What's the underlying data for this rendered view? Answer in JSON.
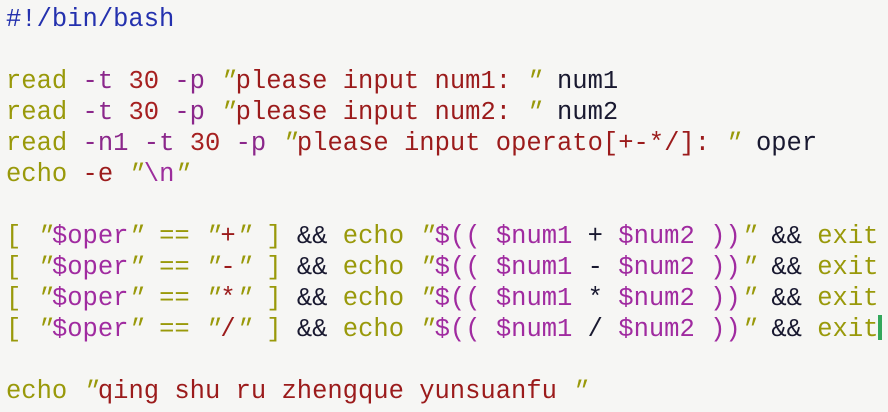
{
  "palette": {
    "background": "#f6f6f4",
    "shebang": "#2431ae",
    "keyword": "#99990a",
    "option": "#8b278b",
    "number": "#a62020",
    "string": "#9b1b1b",
    "variable": "#a02ba0",
    "escape": "#9c2d9c",
    "plain": "#191930",
    "quote": "#99990a",
    "cursor": "#33a85c"
  },
  "code": {
    "language": "bash",
    "lines": [
      [
        [
          "sh",
          "#!/bin/bash"
        ]
      ],
      [],
      [
        [
          "kw",
          "read"
        ],
        [
          "pl",
          " "
        ],
        [
          "op",
          "-t"
        ],
        [
          "pl",
          " "
        ],
        [
          "nu",
          "30"
        ],
        [
          "pl",
          " "
        ],
        [
          "op",
          "-p"
        ],
        [
          "pl",
          " "
        ],
        [
          "q",
          "\""
        ],
        [
          "st",
          "please input num1: "
        ],
        [
          "q",
          "\""
        ],
        [
          "pl",
          " num1"
        ]
      ],
      [
        [
          "kw",
          "read"
        ],
        [
          "pl",
          " "
        ],
        [
          "op",
          "-t"
        ],
        [
          "pl",
          " "
        ],
        [
          "nu",
          "30"
        ],
        [
          "pl",
          " "
        ],
        [
          "op",
          "-p"
        ],
        [
          "pl",
          " "
        ],
        [
          "q",
          "\""
        ],
        [
          "st",
          "please input num2: "
        ],
        [
          "q",
          "\""
        ],
        [
          "pl",
          " num2"
        ]
      ],
      [
        [
          "kw",
          "read"
        ],
        [
          "pl",
          " "
        ],
        [
          "op",
          "-n1"
        ],
        [
          "pl",
          " "
        ],
        [
          "op",
          "-t"
        ],
        [
          "pl",
          " "
        ],
        [
          "nu",
          "30"
        ],
        [
          "pl",
          " "
        ],
        [
          "op",
          "-p"
        ],
        [
          "pl",
          " "
        ],
        [
          "q",
          "\""
        ],
        [
          "st",
          "please input operato[+-*/]: "
        ],
        [
          "q",
          "\""
        ],
        [
          "pl",
          " oper"
        ]
      ],
      [
        [
          "kw",
          "echo"
        ],
        [
          "pl",
          " "
        ],
        [
          "st",
          "-e"
        ],
        [
          "pl",
          " "
        ],
        [
          "q",
          "\""
        ],
        [
          "es",
          "\\n"
        ],
        [
          "q",
          "\""
        ]
      ],
      [],
      [
        [
          "kw",
          "["
        ],
        [
          "pl",
          " "
        ],
        [
          "q",
          "\""
        ],
        [
          "va",
          "$oper"
        ],
        [
          "q",
          "\""
        ],
        [
          "pl",
          " "
        ],
        [
          "kw",
          "=="
        ],
        [
          "pl",
          " "
        ],
        [
          "q",
          "\""
        ],
        [
          "st",
          "+"
        ],
        [
          "q",
          "\""
        ],
        [
          "pl",
          " "
        ],
        [
          "kw",
          "]"
        ],
        [
          "pl",
          " && "
        ],
        [
          "kw",
          "echo"
        ],
        [
          "pl",
          " "
        ],
        [
          "q",
          "\""
        ],
        [
          "va",
          "$(( $num1 "
        ],
        [
          "pl",
          "+"
        ],
        [
          "va",
          " $num2 ))"
        ],
        [
          "q",
          "\""
        ],
        [
          "pl",
          " && "
        ],
        [
          "kw",
          "exit"
        ]
      ],
      [
        [
          "kw",
          "["
        ],
        [
          "pl",
          " "
        ],
        [
          "q",
          "\""
        ],
        [
          "va",
          "$oper"
        ],
        [
          "q",
          "\""
        ],
        [
          "pl",
          " "
        ],
        [
          "kw",
          "=="
        ],
        [
          "pl",
          " "
        ],
        [
          "q",
          "\""
        ],
        [
          "st",
          "-"
        ],
        [
          "q",
          "\""
        ],
        [
          "pl",
          " "
        ],
        [
          "kw",
          "]"
        ],
        [
          "pl",
          " && "
        ],
        [
          "kw",
          "echo"
        ],
        [
          "pl",
          " "
        ],
        [
          "q",
          "\""
        ],
        [
          "va",
          "$(( $num1 "
        ],
        [
          "pl",
          "-"
        ],
        [
          "va",
          " $num2 ))"
        ],
        [
          "q",
          "\""
        ],
        [
          "pl",
          " && "
        ],
        [
          "kw",
          "exit"
        ]
      ],
      [
        [
          "kw",
          "["
        ],
        [
          "pl",
          " "
        ],
        [
          "q",
          "\""
        ],
        [
          "va",
          "$oper"
        ],
        [
          "q",
          "\""
        ],
        [
          "pl",
          " "
        ],
        [
          "kw",
          "=="
        ],
        [
          "pl",
          " "
        ],
        [
          "q",
          "\""
        ],
        [
          "st",
          "*"
        ],
        [
          "q",
          "\""
        ],
        [
          "pl",
          " "
        ],
        [
          "kw",
          "]"
        ],
        [
          "pl",
          " && "
        ],
        [
          "kw",
          "echo"
        ],
        [
          "pl",
          " "
        ],
        [
          "q",
          "\""
        ],
        [
          "va",
          "$(( $num1 "
        ],
        [
          "pl",
          "*"
        ],
        [
          "va",
          " $num2 ))"
        ],
        [
          "q",
          "\""
        ],
        [
          "pl",
          " && "
        ],
        [
          "kw",
          "exit"
        ]
      ],
      [
        [
          "kw",
          "["
        ],
        [
          "pl",
          " "
        ],
        [
          "q",
          "\""
        ],
        [
          "va",
          "$oper"
        ],
        [
          "q",
          "\""
        ],
        [
          "pl",
          " "
        ],
        [
          "kw",
          "=="
        ],
        [
          "pl",
          " "
        ],
        [
          "q",
          "\""
        ],
        [
          "st",
          "/"
        ],
        [
          "q",
          "\""
        ],
        [
          "pl",
          " "
        ],
        [
          "kw",
          "]"
        ],
        [
          "pl",
          " && "
        ],
        [
          "kw",
          "echo"
        ],
        [
          "pl",
          " "
        ],
        [
          "q",
          "\""
        ],
        [
          "va",
          "$(( $num1 "
        ],
        [
          "pl",
          "/"
        ],
        [
          "va",
          " $num2 ))"
        ],
        [
          "q",
          "\""
        ],
        [
          "pl",
          " && "
        ],
        [
          "kw",
          "exit"
        ],
        [
          "cur",
          ""
        ]
      ],
      [],
      [
        [
          "kw",
          "echo"
        ],
        [
          "pl",
          " "
        ],
        [
          "q",
          "\""
        ],
        [
          "st",
          "qing shu ru zhengque yunsuanfu "
        ],
        [
          "q",
          "\""
        ]
      ]
    ]
  }
}
